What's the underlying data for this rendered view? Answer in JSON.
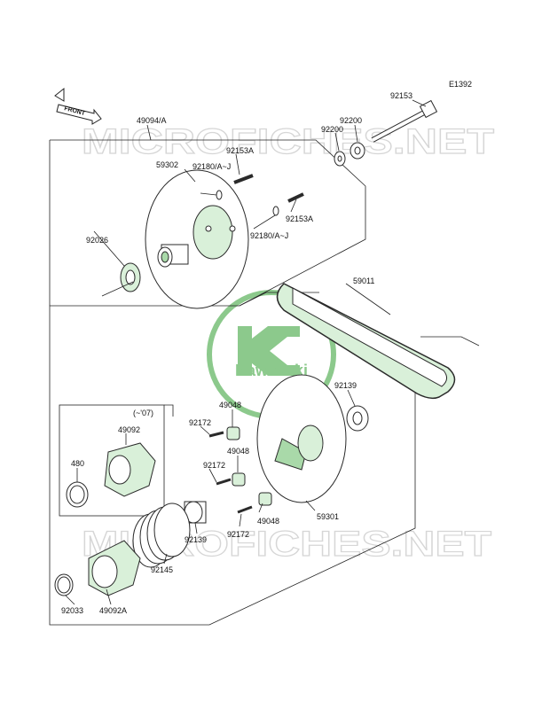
{
  "diagram_code": "E1392",
  "front_label": "FRONT",
  "watermark": "MICROFICHES.NET",
  "logo_text": "Kawasaki",
  "sub_box_label": "(~'07)",
  "parts": {
    "p92153": "92153",
    "p92200a": "92200",
    "p92200b": "92200",
    "p49094": "49094/A",
    "p92153a_top": "92153A",
    "p59302": "59302",
    "p92180_top": "92180/A~J",
    "p92153a_mid": "92153A",
    "p92180_mid": "92180/A~J",
    "p92026": "92026",
    "p59011": "59011",
    "p92139_right": "92139",
    "p49048_top": "49048",
    "p92172_top": "92172",
    "p49092": "49092",
    "p480": "480",
    "p49048_mid": "49048",
    "p92172_mid": "92172",
    "p49048_bot": "49048",
    "p92172_bot": "92172",
    "p59301": "59301",
    "p92139_bot": "92139",
    "p92145": "92145",
    "p92033": "92033",
    "p49092a": "49092A"
  },
  "colors": {
    "part_green_light": "#d9f0d9",
    "part_green_dark": "#a9d9a9",
    "logo_green": "#8cc98c",
    "watermark_gray": "#d6d6d6"
  }
}
